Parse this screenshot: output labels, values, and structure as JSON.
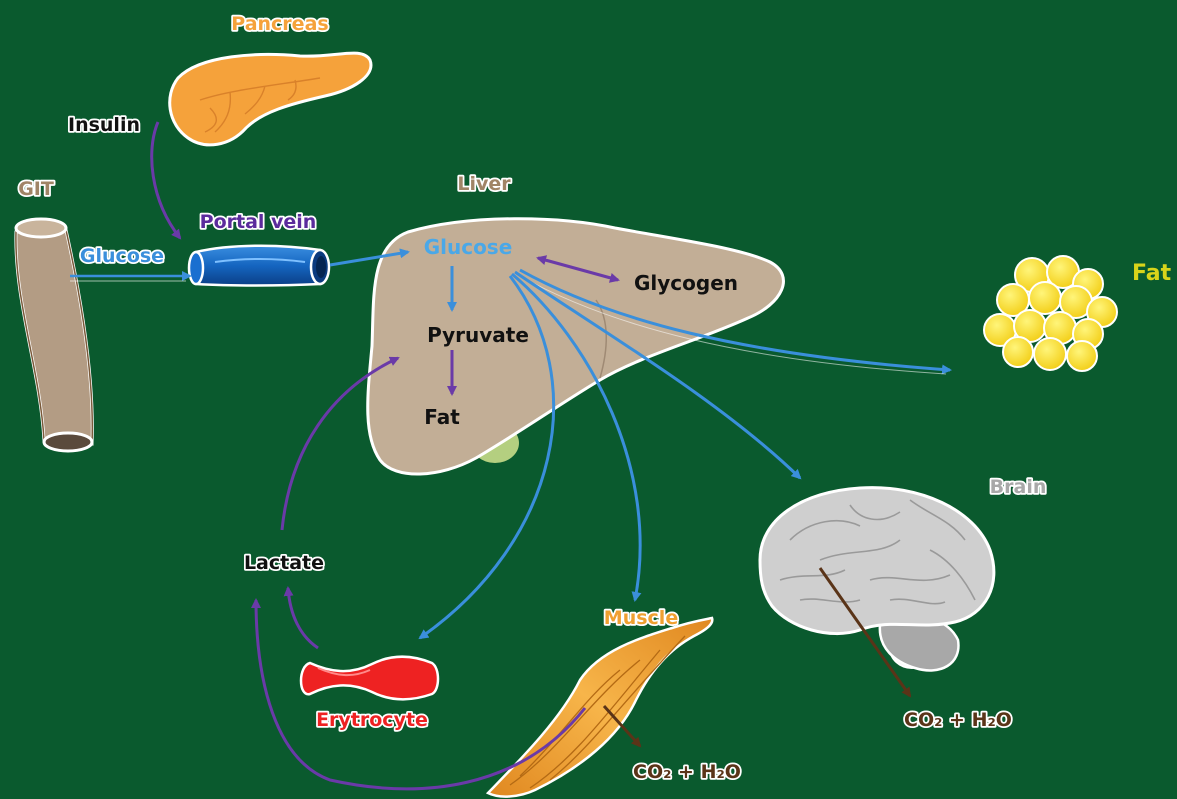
{
  "labels": {
    "pancreas": "Pancreas",
    "insulin": "Insulin",
    "git": "GIT",
    "glucose_git": "Glucose",
    "portal_vein": "Portal vein",
    "liver": "Liver",
    "glucose_liver": "Glucose",
    "glycogen": "Glycogen",
    "pyruvate": "Pyruvate",
    "fat_liver": "Fat",
    "fat_tissue": "Fat",
    "brain": "Brain",
    "brain_product": "CO₂ + H₂O",
    "lactate": "Lactate",
    "erythrocyte": "Erytrocyte",
    "muscle": "Muscle",
    "muscle_product": "CO₂ + H₂O"
  },
  "colors": {
    "background": "#0a5a2e",
    "pancreas": "#f5a23b",
    "git_tube": "#b39c84",
    "portal_vein": "#1565c0",
    "liver": "#c2ae96",
    "fat_cells": "#ffe32b",
    "erythrocyte": "#ee2222",
    "muscle": "#f0a030",
    "glucose_arrow": "#3a8fdb",
    "metabolic_arrow": "#6a3aa8",
    "oxidation_arrow": "#5a3418"
  },
  "icons": {
    "pancreas": "pancreas-organ-icon",
    "git": "intestine-tube-icon",
    "portal_vein": "vein-cylinder-icon",
    "liver": "liver-organ-icon",
    "fat": "fat-cell-cluster-icon",
    "brain": "brain-organ-icon",
    "erythrocyte": "red-blood-cell-icon",
    "muscle": "muscle-fiber-icon"
  }
}
